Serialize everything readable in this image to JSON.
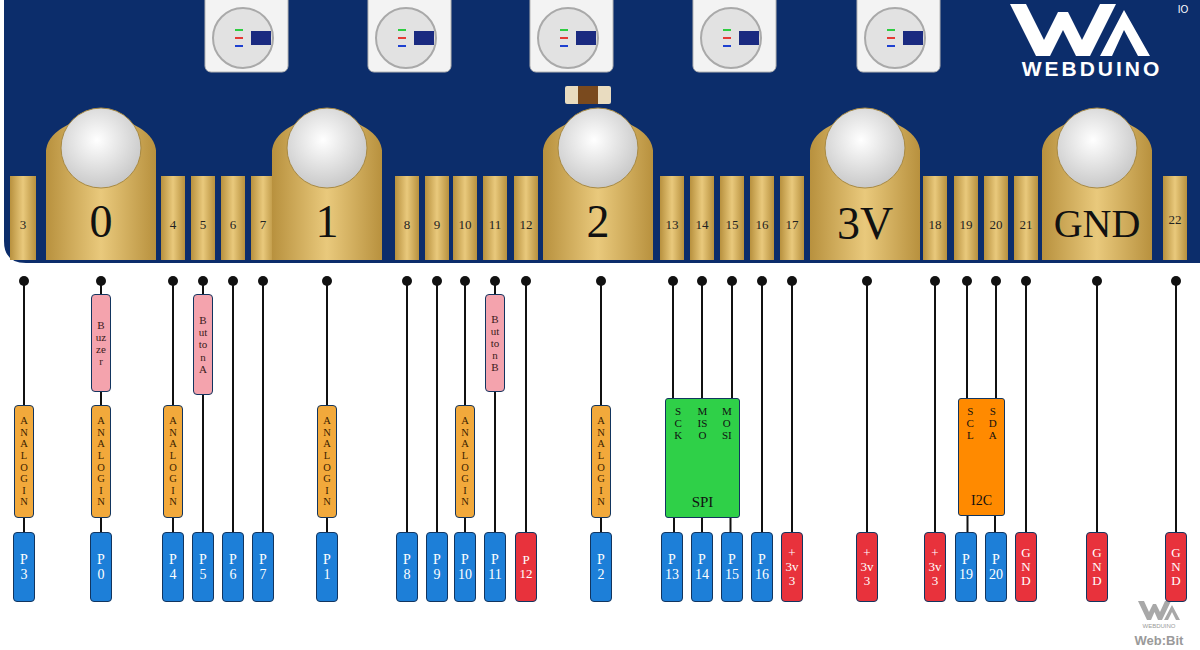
{
  "diagram": {
    "nodes": [
      {
        "text": [
          "ANALOG IN"
        ]
      },
      {
        "text": [
          "P3"
        ]
      },
      {
        "text": [
          "Buzzer"
        ]
      },
      {
        "text": [
          "ANALOG IN"
        ]
      },
      {
        "text": [
          "P0"
        ]
      },
      {
        "text": [
          "ANALOG IN"
        ]
      },
      {
        "text": [
          "P4"
        ]
      },
      {
        "text": [
          "Button A"
        ]
      },
      {
        "text": [
          "P5"
        ]
      },
      {
        "text": [
          "P6"
        ]
      },
      {
        "text": [
          "P7"
        ]
      },
      {
        "text": [
          "ANALOG IN"
        ]
      },
      {
        "text": [
          "P1"
        ]
      },
      {
        "text": [
          "P8"
        ]
      },
      {
        "text": [
          "P9"
        ]
      },
      {
        "text": [
          "ANALOG IN"
        ]
      },
      {
        "text": [
          "P10"
        ]
      },
      {
        "text": [
          "Button B"
        ]
      },
      {
        "text": [
          "P11"
        ]
      },
      {
        "text": [
          "P12"
        ]
      },
      {
        "text": [
          "ANALOG IN"
        ]
      },
      {
        "text": [
          "P2"
        ]
      },
      {
        "text": [
          "SCK",
          "MISO",
          "MOSI",
          "SPI"
        ]
      },
      {
        "text": [
          "P13"
        ]
      },
      {
        "text": [
          "P14"
        ]
      },
      {
        "text": [
          "P15"
        ]
      },
      {
        "text": [
          "P16"
        ]
      },
      {
        "text": [
          "+3v3"
        ]
      },
      {
        "text": [
          "+3v3"
        ]
      },
      {
        "text": [
          "+3v3"
        ]
      },
      {
        "text": [
          "SCL",
          "SDA",
          "I2C"
        ]
      },
      {
        "text": [
          "P19"
        ]
      },
      {
        "text": [
          "P20"
        ]
      },
      {
        "text": [
          "GND"
        ]
      },
      {
        "text": [
          "GND"
        ]
      },
      {
        "text": [
          "GND"
        ]
      }
    ],
    "edges": [
      {
        "from": 0,
        "to": 1,
        "arrow": "none"
      },
      {
        "from": 2,
        "to": 3,
        "arrow": "none"
      },
      {
        "from": 3,
        "to": 4,
        "arrow": "none"
      },
      {
        "from": 5,
        "to": 6,
        "arrow": "none"
      },
      {
        "from": 7,
        "to": 8,
        "arrow": "none"
      },
      {
        "from": 11,
        "to": 12,
        "arrow": "none"
      },
      {
        "from": 15,
        "to": 16,
        "arrow": "none"
      },
      {
        "from": 17,
        "to": 18,
        "arrow": "none"
      },
      {
        "from": 20,
        "to": 21,
        "arrow": "none"
      },
      {
        "from": 22,
        "to": 23,
        "arrow": "none"
      },
      {
        "from": 22,
        "to": 24,
        "arrow": "none"
      },
      {
        "from": 22,
        "to": 25,
        "arrow": "none"
      },
      {
        "from": 30,
        "to": 31,
        "arrow": "none"
      },
      {
        "from": 30,
        "to": 32,
        "arrow": "none"
      }
    ],
    "labels": [
      "IO",
      "WEBDUINO",
      "3",
      "0",
      "4",
      "5",
      "6",
      "7",
      "1",
      "8",
      "9",
      "10",
      "11",
      "12",
      "2",
      "13",
      "14",
      "15",
      "16",
      "17",
      "3V",
      "18",
      "19",
      "20",
      "21",
      "GND",
      "22",
      "WEBDUINO",
      "Web:Bit"
    ]
  }
}
